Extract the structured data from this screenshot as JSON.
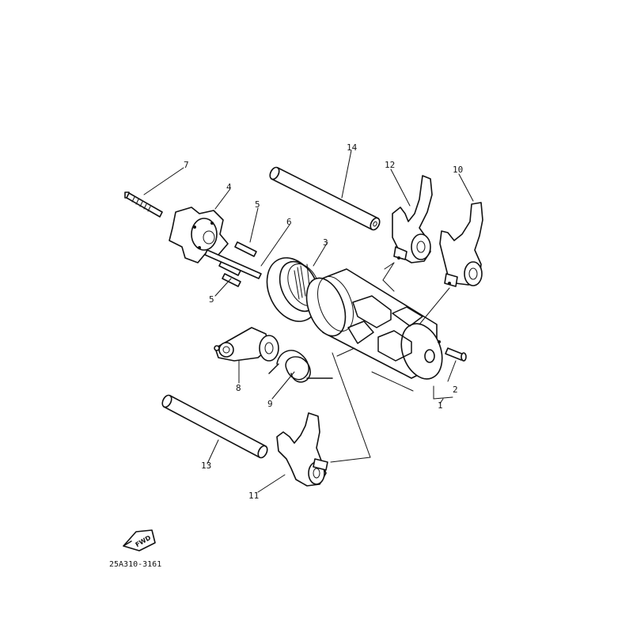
{
  "callouts": [
    "1",
    "2",
    "3",
    "4",
    "5",
    "5",
    "6",
    "7",
    "8",
    "9",
    "10",
    "11",
    "12",
    "13",
    "14"
  ],
  "diagram_code": "25A310-3161",
  "fwd_marker": "FWD"
}
